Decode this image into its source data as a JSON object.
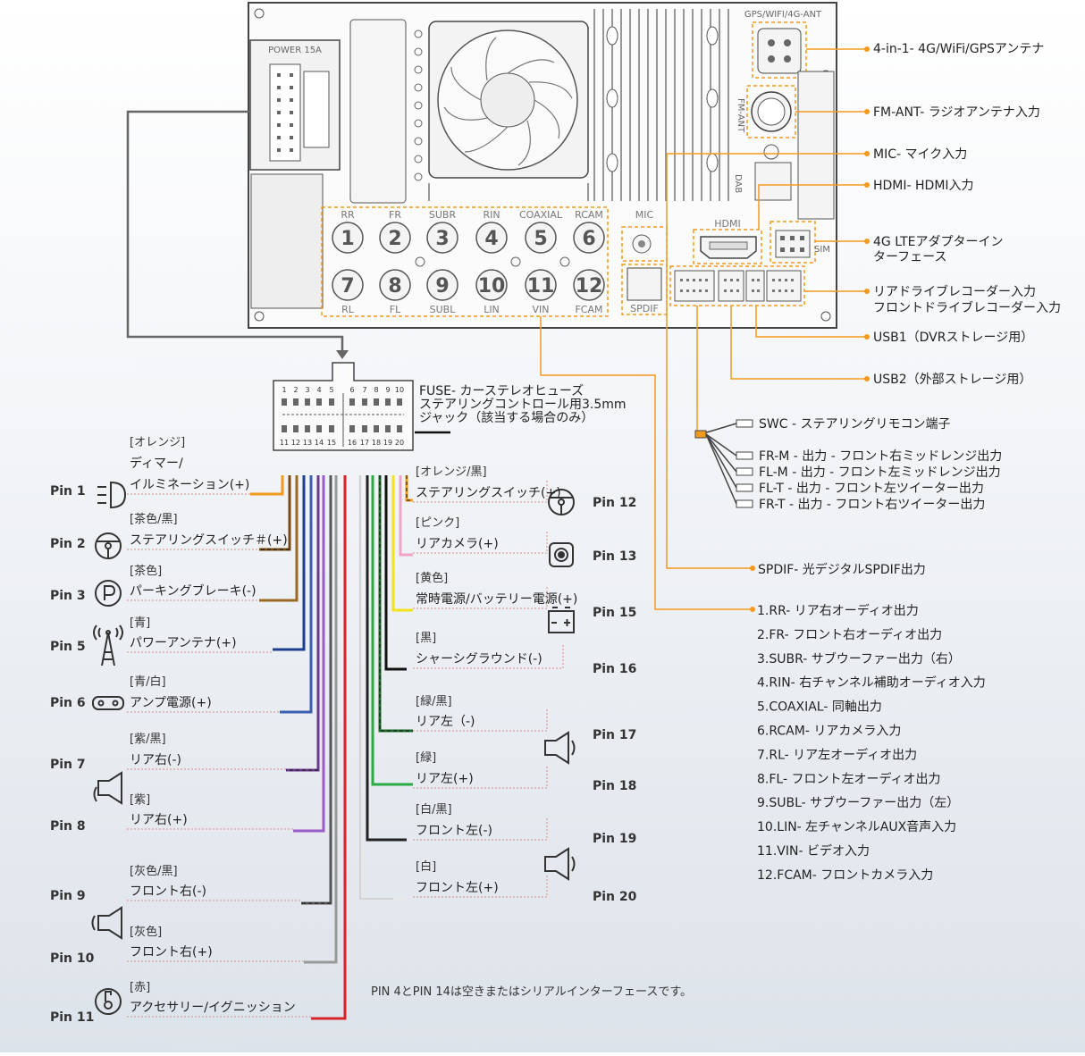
{
  "head_unit": {
    "power_label": "POWER 15A",
    "gps_label": "GPS/WIFI/4G-ANT",
    "fm_label": "FM-ANT",
    "dab_label": "DAB",
    "mic_label": "MIC",
    "hdmi_label": "HDMI",
    "sim_label": "SIM",
    "spdif_label": "SPDIF",
    "top_jacks": [
      {
        "name": "RR",
        "num": "1"
      },
      {
        "name": "FR",
        "num": "2"
      },
      {
        "name": "SUBR",
        "num": "3"
      },
      {
        "name": "RIN",
        "num": "4"
      },
      {
        "name": "COAXIAL",
        "num": "5"
      },
      {
        "name": "RCAM",
        "num": "6"
      }
    ],
    "bottom_jacks": [
      {
        "name": "RL",
        "num": "7"
      },
      {
        "name": "FL",
        "num": "8"
      },
      {
        "name": "SUBL",
        "num": "9"
      },
      {
        "name": "LIN",
        "num": "10"
      },
      {
        "name": "VIN",
        "num": "11"
      },
      {
        "name": "FCAM",
        "num": "12"
      }
    ]
  },
  "right_labels": [
    "4-in-1- 4G/WiFi/GPSアンテナ",
    "FM-ANT- ラジオアンテナ入力",
    "MIC- マイク入力",
    "HDMI- HDMI入力",
    "4G LTEアダプターイン",
    "ターフェース",
    "リアドライブレコーダー入力",
    "フロントドライブレコーダー入力",
    "USB1（DVRストレージ用）",
    "USB2（外部ストレージ用）"
  ],
  "swc_labels": [
    "SWC - ステアリングリモコン端子",
    "FR-M - 出力 - フロント右ミッドレンジ出力",
    "FL-M - 出力 - フロント左ミッドレンジ出力",
    "FL-T - 出力 - フロント左ツイーター出力",
    "FR-T - 出力 - フロント右ツイーター出力"
  ],
  "spdif_text": "SPDIF- 光デジタルSPDIF出力",
  "jack_list": [
    "1.RR- リア右オーディオ出力",
    "2.FR- フロント右オーディオ出力",
    "3.SUBR- サブウーファー出力（右）",
    "4.RIN- 右チャンネル補助オーディオ入力",
    "5.COAXIAL- 同軸出力",
    "6.RCAM- リアカメラ入力",
    "7.RL- リア左オーディオ出力",
    "8.FL- フロント左オーディオ出力",
    "9.SUBL- サブウーファー出力（左）",
    "10.LIN- 左チャンネルAUX音声入力",
    "11.VIN- ビデオ入力",
    "12.FCAM- フロントカメラ入力"
  ],
  "connector": {
    "top_pins": [
      "1",
      "2",
      "3",
      "4",
      "5",
      "6",
      "7",
      "8",
      "9",
      "10"
    ],
    "bottom_pins": [
      "11",
      "12",
      "13",
      "14",
      "15",
      "16",
      "17",
      "18",
      "19",
      "20"
    ],
    "fuse_text": [
      "FUSE- カーステレオヒューズ",
      "ステアリングコントロール用3.5mm",
      "ジャック（該当する場合のみ）"
    ]
  },
  "left_pins": [
    {
      "pin": "Pin 1",
      "color": "[オレンジ]",
      "desc": "ディマー/",
      "desc2": "イルミネーション(+)",
      "wire": "#f39a1e"
    },
    {
      "pin": "Pin 2",
      "color": "[茶色/黒]",
      "desc": "ステアリングスイッチ＃(+)",
      "wire": "#7a4a12"
    },
    {
      "pin": "Pin 3",
      "color": "[茶色]",
      "desc": "パーキングブレーキ(-)",
      "wire": "#9a6a22"
    },
    {
      "pin": "Pin 5",
      "color": "[青]",
      "desc": "パワーアンテナ(+)",
      "wire": "#1d3f8f"
    },
    {
      "pin": "Pin 6",
      "color": "[青/白]",
      "desc": "アンプ電源(+)",
      "wire": "#3a5fb0"
    },
    {
      "pin": "Pin 7",
      "color": "[紫/黒]",
      "desc": "リア右(-)",
      "wire": "#6b3a8f"
    },
    {
      "pin": "Pin 8",
      "color": "[紫]",
      "desc": "リア右(+)",
      "wire": "#9a5cc4"
    },
    {
      "pin": "Pin 9",
      "color": "[灰色/黒]",
      "desc": "フロント右(-)",
      "wire": "#555555"
    },
    {
      "pin": "Pin 10",
      "color": "[灰色]",
      "desc": "フロント右(+)",
      "wire": "#999999"
    },
    {
      "pin": "Pin 11",
      "color": "[赤]",
      "desc": "アクセサリー/イグニッション",
      "wire": "#d8232a"
    }
  ],
  "right_pins": [
    {
      "pin": "Pin 12",
      "color": "[オレンジ/黒]",
      "desc": "ステアリングスイッチ(+)",
      "wire": "#f39a1e"
    },
    {
      "pin": "Pin 13",
      "color": "[ピンク]",
      "desc": "リアカメラ(+)",
      "wire": "#f2a3c8"
    },
    {
      "pin": "Pin 15",
      "color": "[黄色]",
      "desc": "常時電源/バッテリー電源(+)",
      "wire": "#f2e21b"
    },
    {
      "pin": "Pin 16",
      "color": "[黒]",
      "desc": "シャーシグラウンド(-)",
      "wire": "#111111"
    },
    {
      "pin": "Pin 17",
      "color": "[緑/黒]",
      "desc": "リア左（-)",
      "wire": "#1c6b2b"
    },
    {
      "pin": "Pin 18",
      "color": "[緑]",
      "desc": "リア左(+)",
      "wire": "#2ca845"
    },
    {
      "pin": "Pin 19",
      "color": "[白/黒]",
      "desc": "フロント左(-)",
      "wire": "#222222"
    },
    {
      "pin": "Pin 20",
      "color": "[白]",
      "desc": "フロント左(+)",
      "wire": "#e8e8e8"
    }
  ],
  "footnote": "PIN 4とPIN 14は空きまたはシリアルインターフェースです。",
  "colors": {
    "accent_orange": "#f39a1e",
    "panel_line": "#555555"
  }
}
